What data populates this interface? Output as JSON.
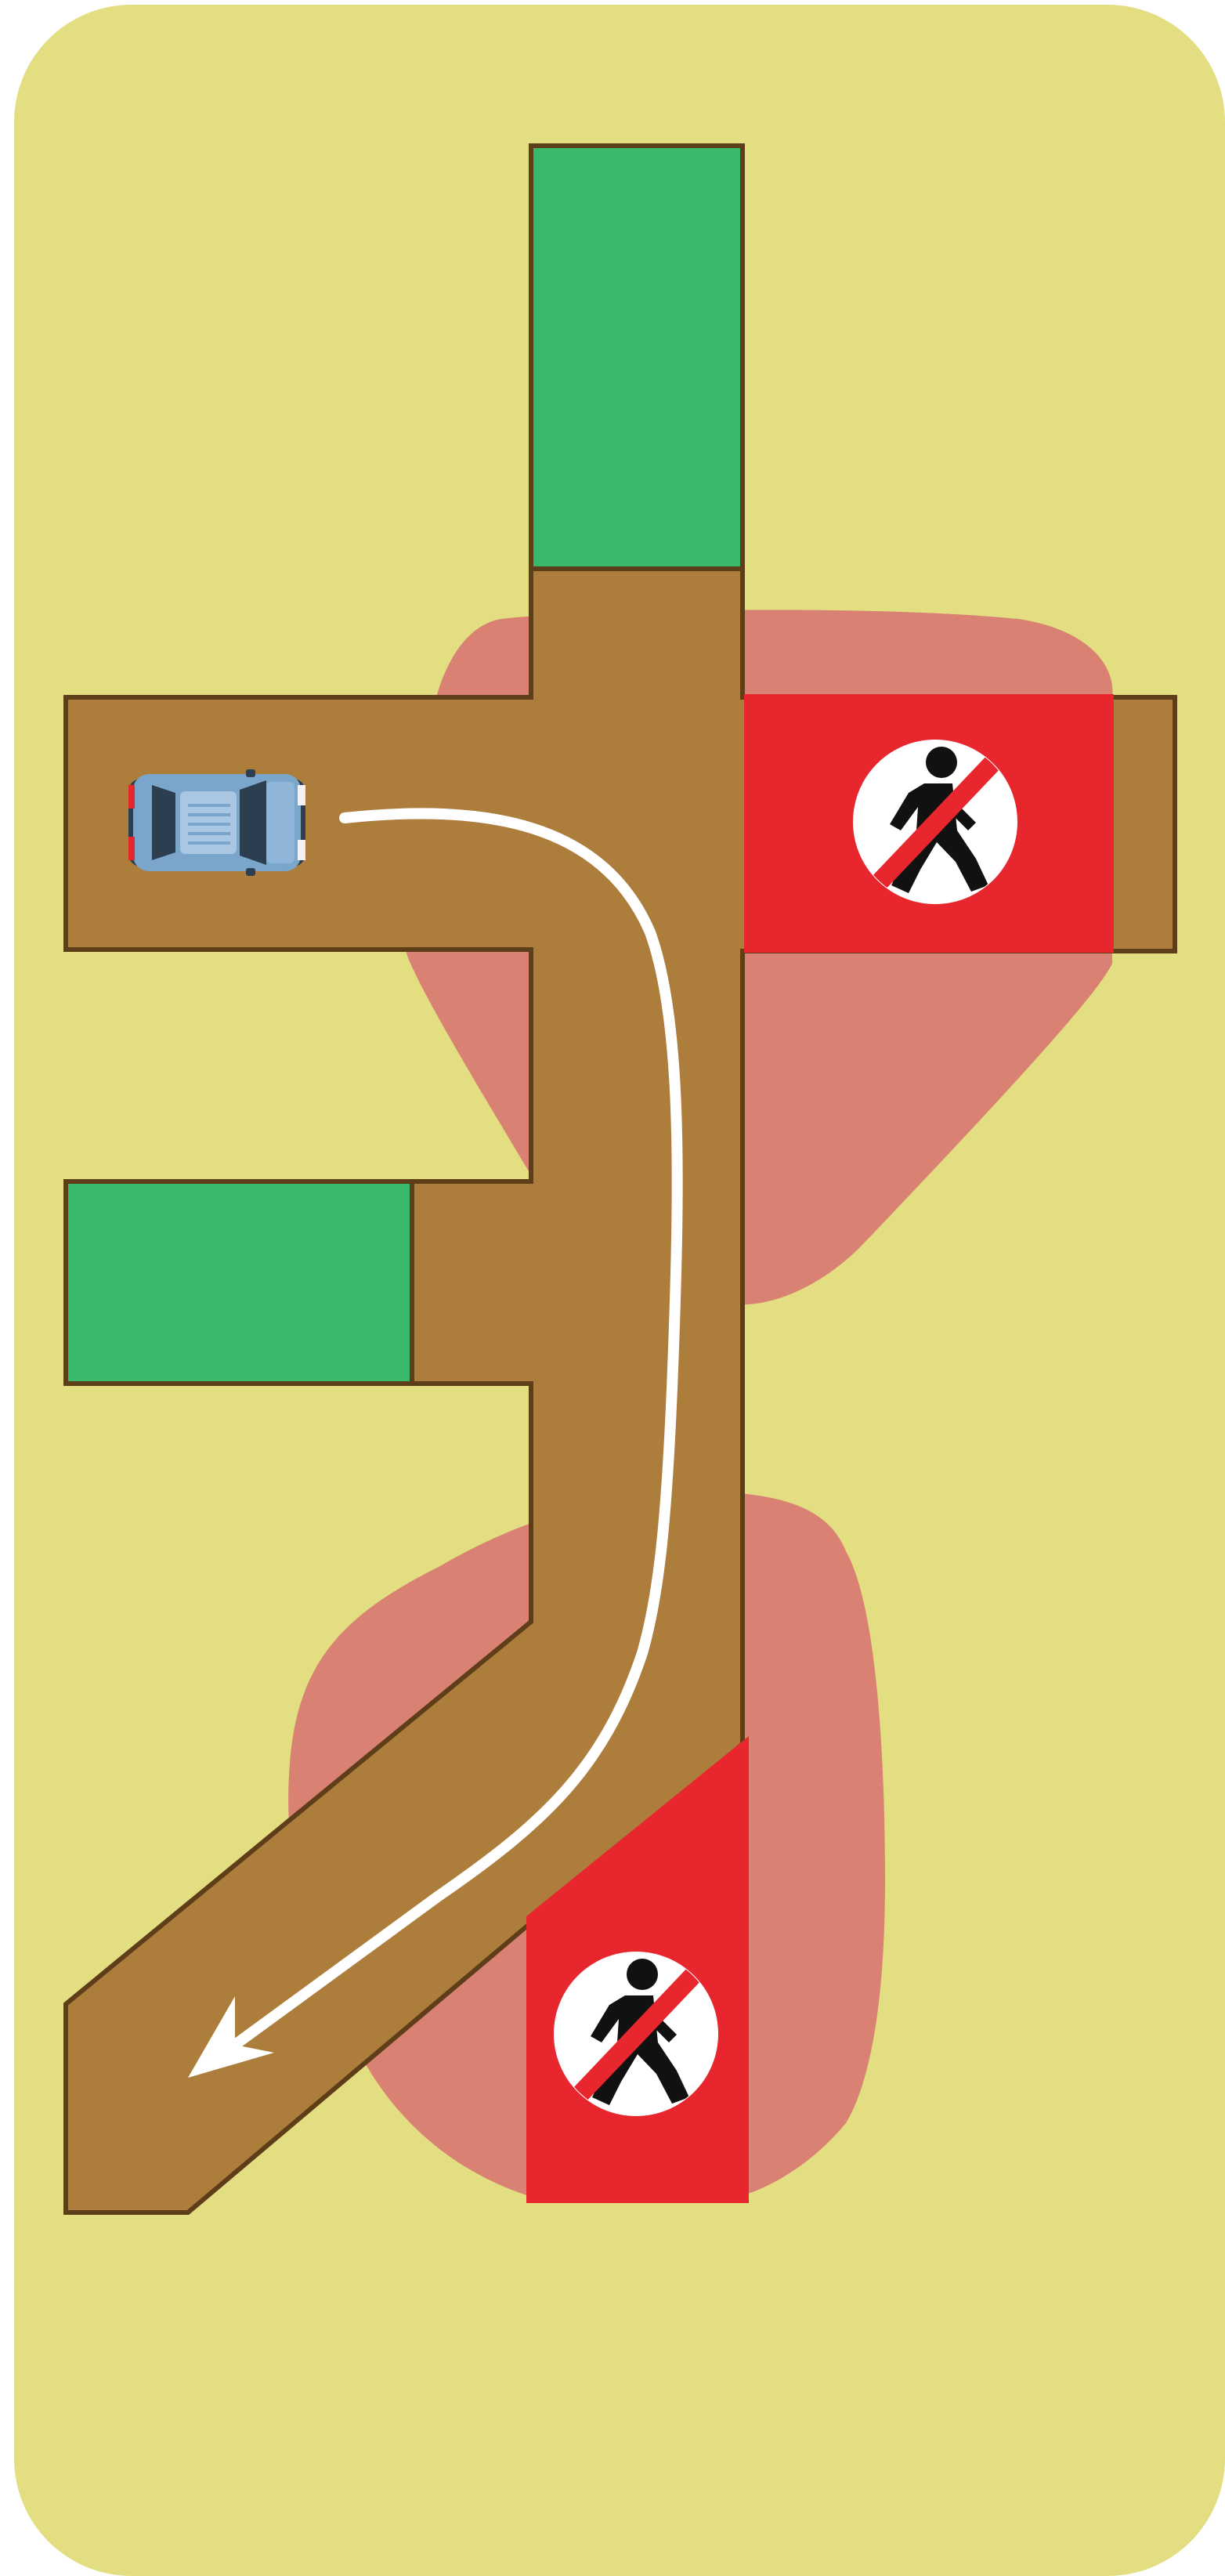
{
  "scene": {
    "type": "top-down car parking puzzle",
    "colors": {
      "board": "#E3DE82",
      "road": "#AD7D3C",
      "road_outline": "#5E3D19",
      "goal_zone": "#38B86A",
      "no_pedestrian_zone": "#E8262D",
      "hazard_blob": "#D98273",
      "route_arrow": "#FFFFFF",
      "car_body": "#7BA6CC"
    },
    "goal_zones": [
      {
        "name": "top-parking-spot"
      },
      {
        "name": "left-parking-spot"
      }
    ],
    "signs": [
      {
        "icon": "no-pedestrian-icon",
        "zone": "right-crosswalk"
      },
      {
        "icon": "no-pedestrian-icon",
        "zone": "bottom-crosswalk"
      }
    ],
    "car": {
      "icon": "car-icon",
      "facing": "right"
    },
    "route": {
      "icon": "curved-arrow-icon",
      "direction": "down-left"
    }
  }
}
